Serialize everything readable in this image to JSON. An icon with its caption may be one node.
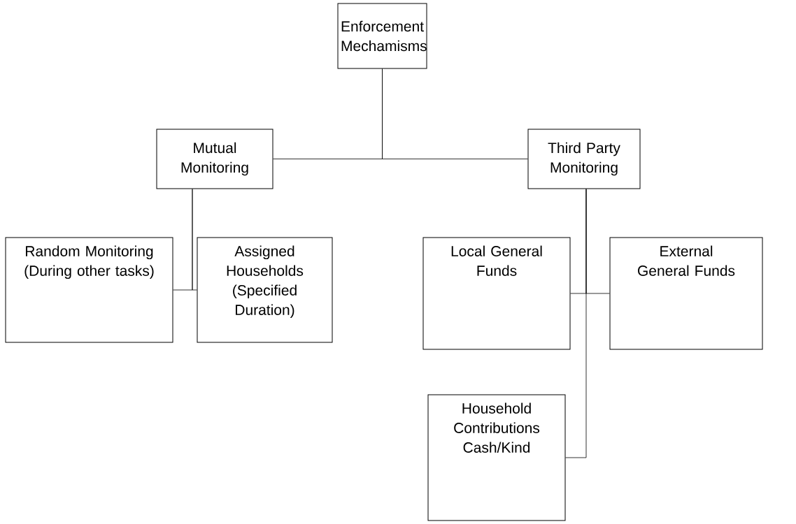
{
  "diagram": {
    "nodes": [
      {
        "text": [
          "Enforcement Mechamisms"
        ]
      },
      {
        "text": [
          "Mutual Monitoring"
        ]
      },
      {
        "text": [
          "Third Party Monitoring"
        ]
      },
      {
        "text": [
          "Random Monitoring (During other tasks)"
        ]
      },
      {
        "text": [
          "Assigned Households (Specified Duration)"
        ]
      },
      {
        "text": [
          "Local General Funds"
        ]
      },
      {
        "text": [
          "External General Funds"
        ]
      },
      {
        "text": [
          "Household Contributions Cash/Kind"
        ]
      }
    ],
    "edges": [
      {
        "from": 0,
        "to": 1,
        "arrow": "none"
      },
      {
        "from": 0,
        "to": 2,
        "arrow": "none"
      },
      {
        "from": 1,
        "to": 3,
        "arrow": "none"
      },
      {
        "from": 1,
        "to": 4,
        "arrow": "none"
      },
      {
        "from": 2,
        "to": 5,
        "arrow": "none"
      },
      {
        "from": 2,
        "to": 6,
        "arrow": "none"
      },
      {
        "from": 2,
        "to": 7,
        "arrow": "none"
      }
    ]
  }
}
